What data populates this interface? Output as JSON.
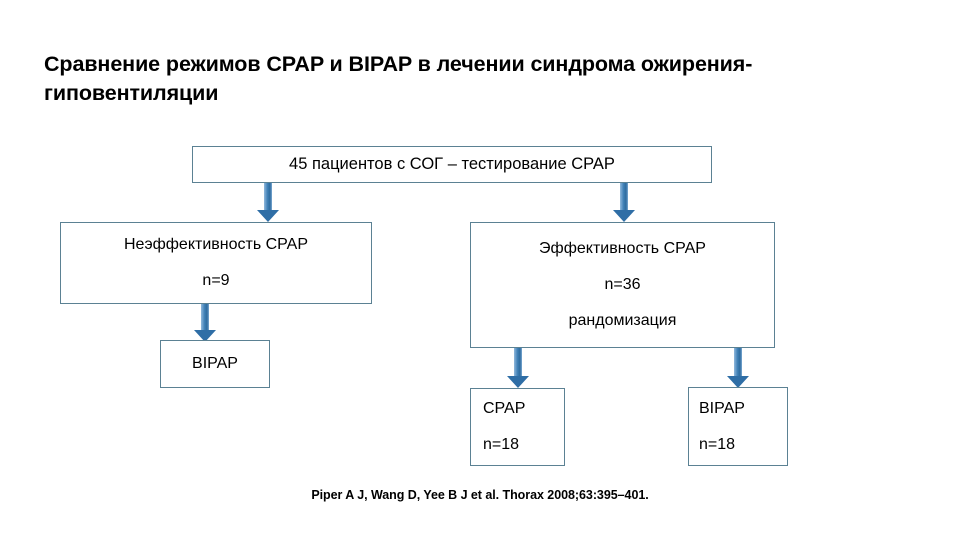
{
  "slide": {
    "title": "Сравнение режимов CPAP и BIPAP в лечении синдрома ожирения-гиповентиляции",
    "citation": "Piper A J, Wang D, Yee B J et al. Thorax 2008;63:395–401."
  },
  "colors": {
    "box_border": "#5b8193",
    "arrow_fill": "#2f6ea6",
    "arrow_shaft_light": "#8fb8dc",
    "background": "#ffffff",
    "text": "#000000"
  },
  "flowchart": {
    "type": "flow-diagram",
    "boxes": [
      {
        "id": "screening",
        "name": "screening-box",
        "lines": [
          "45 пациентов с СОГ – тестирование CPAP"
        ]
      },
      {
        "id": "cpap_failure",
        "name": "cpap-failure-box",
        "lines": [
          "Неэффективность CPAP",
          "n=9"
        ],
        "n": 9
      },
      {
        "id": "cpap_success",
        "name": "cpap-success-box",
        "lines": [
          "Эффективность CPAP",
          "n=36",
          "рандомизация"
        ],
        "n": 36
      },
      {
        "id": "bipap_failure_arm",
        "name": "bipap-failure-box",
        "lines": [
          "BIPAP"
        ]
      },
      {
        "id": "arm_cpap",
        "name": "cpap-arm-box",
        "lines": [
          "CPAP",
          "n=18"
        ],
        "n": 18
      },
      {
        "id": "arm_bipap",
        "name": "bipap-arm-box",
        "lines": [
          "BIPAP",
          "n=18"
        ],
        "n": 18
      }
    ],
    "arrows": [
      {
        "from": "screening",
        "to": "cpap_failure"
      },
      {
        "from": "screening",
        "to": "cpap_success"
      },
      {
        "from": "cpap_failure",
        "to": "bipap_failure_arm"
      },
      {
        "from": "cpap_success",
        "to": "arm_cpap"
      },
      {
        "from": "cpap_success",
        "to": "arm_bipap"
      }
    ]
  }
}
